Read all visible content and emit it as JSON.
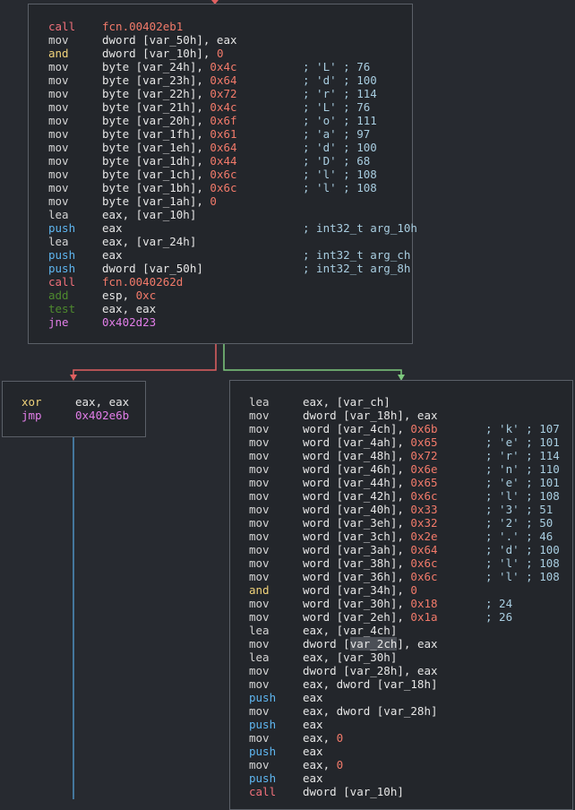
{
  "blocks": [
    {
      "name": "block-main",
      "lines": [
        {
          "m": "call",
          "o": [
            [
              "fcn.00402eb1",
              "func"
            ]
          ],
          "c": ""
        },
        {
          "m": "mov",
          "o": [
            [
              "dword [var_50h], eax",
              "text"
            ]
          ],
          "c": ""
        },
        {
          "m": "and",
          "o": [
            [
              "dword [var_10h], ",
              "text"
            ],
            [
              "0",
              "num"
            ]
          ],
          "c": ""
        },
        {
          "m": "mov",
          "o": [
            [
              "byte [var_24h], ",
              "text"
            ],
            [
              "0x4c",
              "num"
            ]
          ],
          "c": "; 'L' ; 76"
        },
        {
          "m": "mov",
          "o": [
            [
              "byte [var_23h], ",
              "text"
            ],
            [
              "0x64",
              "num"
            ]
          ],
          "c": "; 'd' ; 100"
        },
        {
          "m": "mov",
          "o": [
            [
              "byte [var_22h], ",
              "text"
            ],
            [
              "0x72",
              "num"
            ]
          ],
          "c": "; 'r' ; 114"
        },
        {
          "m": "mov",
          "o": [
            [
              "byte [var_21h], ",
              "text"
            ],
            [
              "0x4c",
              "num"
            ]
          ],
          "c": "; 'L' ; 76"
        },
        {
          "m": "mov",
          "o": [
            [
              "byte [var_20h], ",
              "text"
            ],
            [
              "0x6f",
              "num"
            ]
          ],
          "c": "; 'o' ; 111"
        },
        {
          "m": "mov",
          "o": [
            [
              "byte [var_1fh], ",
              "text"
            ],
            [
              "0x61",
              "num"
            ]
          ],
          "c": "; 'a' ; 97"
        },
        {
          "m": "mov",
          "o": [
            [
              "byte [var_1eh], ",
              "text"
            ],
            [
              "0x64",
              "num"
            ]
          ],
          "c": "; 'd' ; 100"
        },
        {
          "m": "mov",
          "o": [
            [
              "byte [var_1dh], ",
              "text"
            ],
            [
              "0x44",
              "num"
            ]
          ],
          "c": "; 'D' ; 68"
        },
        {
          "m": "mov",
          "o": [
            [
              "byte [var_1ch], ",
              "text"
            ],
            [
              "0x6c",
              "num"
            ]
          ],
          "c": "; 'l' ; 108"
        },
        {
          "m": "mov",
          "o": [
            [
              "byte [var_1bh], ",
              "text"
            ],
            [
              "0x6c",
              "num"
            ]
          ],
          "c": "; 'l' ; 108"
        },
        {
          "m": "mov",
          "o": [
            [
              "byte [var_1ah], ",
              "text"
            ],
            [
              "0",
              "num"
            ]
          ],
          "c": ""
        },
        {
          "m": "lea",
          "o": [
            [
              "eax, [var_10h]",
              "text"
            ]
          ],
          "c": ""
        },
        {
          "m": "push",
          "o": [
            [
              "eax",
              "text"
            ]
          ],
          "c": "; int32_t arg_10h"
        },
        {
          "m": "lea",
          "o": [
            [
              "eax, [var_24h]",
              "text"
            ]
          ],
          "c": ""
        },
        {
          "m": "push",
          "o": [
            [
              "eax",
              "text"
            ]
          ],
          "c": "; int32_t arg_ch"
        },
        {
          "m": "push",
          "o": [
            [
              "dword [var_50h]",
              "text"
            ]
          ],
          "c": "; int32_t arg_8h"
        },
        {
          "m": "call",
          "o": [
            [
              "fcn.0040262d",
              "func"
            ]
          ],
          "c": ""
        },
        {
          "m": "add",
          "o": [
            [
              "esp, ",
              "text"
            ],
            [
              "0xc",
              "num"
            ]
          ],
          "c": ""
        },
        {
          "m": "test",
          "o": [
            [
              "eax, eax",
              "text"
            ]
          ],
          "c": ""
        },
        {
          "m": "jne",
          "o": [
            [
              "0x402d23",
              "addr"
            ]
          ],
          "c": ""
        }
      ]
    },
    {
      "name": "block-false",
      "lines": [
        {
          "m": "xor",
          "o": [
            [
              "eax, eax",
              "text"
            ]
          ],
          "c": ""
        },
        {
          "m": "jmp",
          "o": [
            [
              "0x402e6b",
              "addr"
            ]
          ],
          "c": ""
        }
      ]
    },
    {
      "name": "block-true",
      "lines": [
        {
          "m": "lea",
          "o": [
            [
              "eax, [var_ch]",
              "text"
            ]
          ],
          "c": ""
        },
        {
          "m": "mov",
          "o": [
            [
              "dword [var_18h], eax",
              "text"
            ]
          ],
          "c": ""
        },
        {
          "m": "mov",
          "o": [
            [
              "word [var_4ch], ",
              "text"
            ],
            [
              "0x6b",
              "num"
            ]
          ],
          "c": "; 'k' ; 107"
        },
        {
          "m": "mov",
          "o": [
            [
              "word [var_4ah], ",
              "text"
            ],
            [
              "0x65",
              "num"
            ]
          ],
          "c": "; 'e' ; 101"
        },
        {
          "m": "mov",
          "o": [
            [
              "word [var_48h], ",
              "text"
            ],
            [
              "0x72",
              "num"
            ]
          ],
          "c": "; 'r' ; 114"
        },
        {
          "m": "mov",
          "o": [
            [
              "word [var_46h], ",
              "text"
            ],
            [
              "0x6e",
              "num"
            ]
          ],
          "c": "; 'n' ; 110"
        },
        {
          "m": "mov",
          "o": [
            [
              "word [var_44h], ",
              "text"
            ],
            [
              "0x65",
              "num"
            ]
          ],
          "c": "; 'e' ; 101"
        },
        {
          "m": "mov",
          "o": [
            [
              "word [var_42h], ",
              "text"
            ],
            [
              "0x6c",
              "num"
            ]
          ],
          "c": "; 'l' ; 108"
        },
        {
          "m": "mov",
          "o": [
            [
              "word [var_40h], ",
              "text"
            ],
            [
              "0x33",
              "num"
            ]
          ],
          "c": "; '3' ; 51"
        },
        {
          "m": "mov",
          "o": [
            [
              "word [var_3eh], ",
              "text"
            ],
            [
              "0x32",
              "num"
            ]
          ],
          "c": "; '2' ; 50"
        },
        {
          "m": "mov",
          "o": [
            [
              "word [var_3ch], ",
              "text"
            ],
            [
              "0x2e",
              "num"
            ]
          ],
          "c": "; '.' ; 46"
        },
        {
          "m": "mov",
          "o": [
            [
              "word [var_3ah], ",
              "text"
            ],
            [
              "0x64",
              "num"
            ]
          ],
          "c": "; 'd' ; 100"
        },
        {
          "m": "mov",
          "o": [
            [
              "word [var_38h], ",
              "text"
            ],
            [
              "0x6c",
              "num"
            ]
          ],
          "c": "; 'l' ; 108"
        },
        {
          "m": "mov",
          "o": [
            [
              "word [var_36h], ",
              "text"
            ],
            [
              "0x6c",
              "num"
            ]
          ],
          "c": "; 'l' ; 108"
        },
        {
          "m": "and",
          "o": [
            [
              "word [var_34h], ",
              "text"
            ],
            [
              "0",
              "num"
            ]
          ],
          "c": ""
        },
        {
          "m": "mov",
          "o": [
            [
              "word [var_30h], ",
              "text"
            ],
            [
              "0x18",
              "num"
            ]
          ],
          "c": "; 24"
        },
        {
          "m": "mov",
          "o": [
            [
              "word [var_2eh], ",
              "text"
            ],
            [
              "0x1a",
              "num"
            ]
          ],
          "c": "; 26"
        },
        {
          "m": "lea",
          "o": [
            [
              "eax, [var_4ch]",
              "text"
            ]
          ],
          "c": ""
        },
        {
          "m": "mov",
          "o": [
            [
              "dword [",
              "text"
            ],
            [
              "var_2ch",
              "hl"
            ],
            [
              "], eax",
              "text"
            ]
          ],
          "c": ""
        },
        {
          "m": "lea",
          "o": [
            [
              "eax, [var_30h]",
              "text"
            ]
          ],
          "c": ""
        },
        {
          "m": "mov",
          "o": [
            [
              "dword [var_28h], eax",
              "text"
            ]
          ],
          "c": ""
        },
        {
          "m": "mov",
          "o": [
            [
              "eax, dword [var_18h]",
              "text"
            ]
          ],
          "c": ""
        },
        {
          "m": "push",
          "o": [
            [
              "eax",
              "text"
            ]
          ],
          "c": ""
        },
        {
          "m": "mov",
          "o": [
            [
              "eax, dword [var_28h]",
              "text"
            ]
          ],
          "c": ""
        },
        {
          "m": "push",
          "o": [
            [
              "eax",
              "text"
            ]
          ],
          "c": ""
        },
        {
          "m": "mov",
          "o": [
            [
              "eax, ",
              "text"
            ],
            [
              "0",
              "num"
            ]
          ],
          "c": ""
        },
        {
          "m": "push",
          "o": [
            [
              "eax",
              "text"
            ]
          ],
          "c": ""
        },
        {
          "m": "mov",
          "o": [
            [
              "eax, ",
              "text"
            ],
            [
              "0",
              "num"
            ]
          ],
          "c": ""
        },
        {
          "m": "push",
          "o": [
            [
              "eax",
              "text"
            ]
          ],
          "c": ""
        },
        {
          "m": "call",
          "o": [
            [
              "dword [var_10h]",
              "text"
            ]
          ],
          "c": ""
        }
      ]
    }
  ],
  "colors": {
    "edge_true": "#7ec97e",
    "edge_false": "#e06060",
    "edge_jump": "#4f8fc0"
  }
}
